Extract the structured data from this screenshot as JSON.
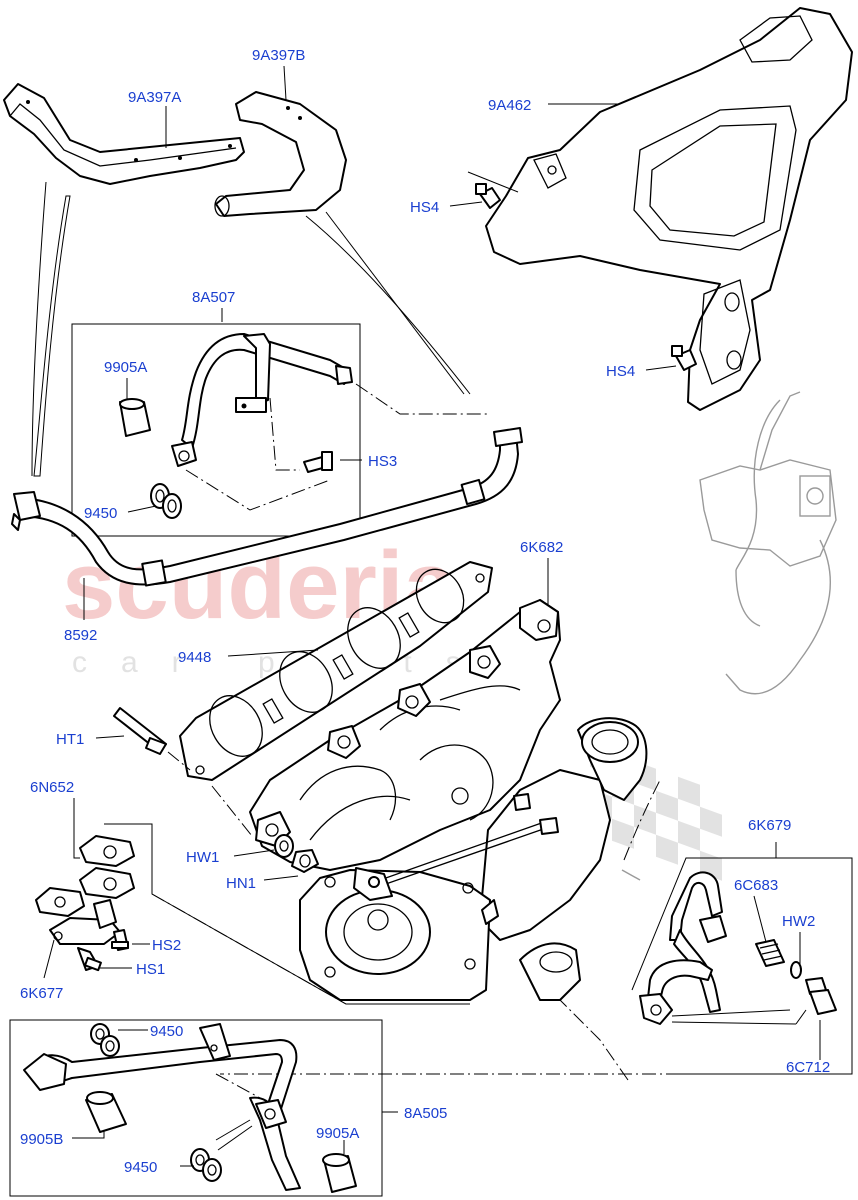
{
  "watermark": {
    "brand": "scuderia",
    "sub": "car parts"
  },
  "labels": {
    "p9A397A": "9A397A",
    "p9A397B": "9A397B",
    "p9A462": "9A462",
    "pHS4a": "HS4",
    "pHS4b": "HS4",
    "p8A507": "8A507",
    "p9905A_top": "9905A",
    "pHS3": "HS3",
    "p9450_top": "9450",
    "p8592": "8592",
    "p6K682": "6K682",
    "p9448": "9448",
    "pHT1": "HT1",
    "p6N652": "6N652",
    "pHW1": "HW1",
    "pHN1": "HN1",
    "pHS2": "HS2",
    "pHS1": "HS1",
    "p6K677": "6K677",
    "p6K679": "6K679",
    "p6C683": "6C683",
    "pHW2": "HW2",
    "p6C712": "6C712",
    "p9450_b1": "9450",
    "p8A505": "8A505",
    "p9905B": "9905B",
    "p9905A_b": "9905A",
    "p9450_b2": "9450"
  },
  "colors": {
    "label": "#1a3fd0",
    "line": "#000000",
    "watermark": "#f2b7b7"
  }
}
